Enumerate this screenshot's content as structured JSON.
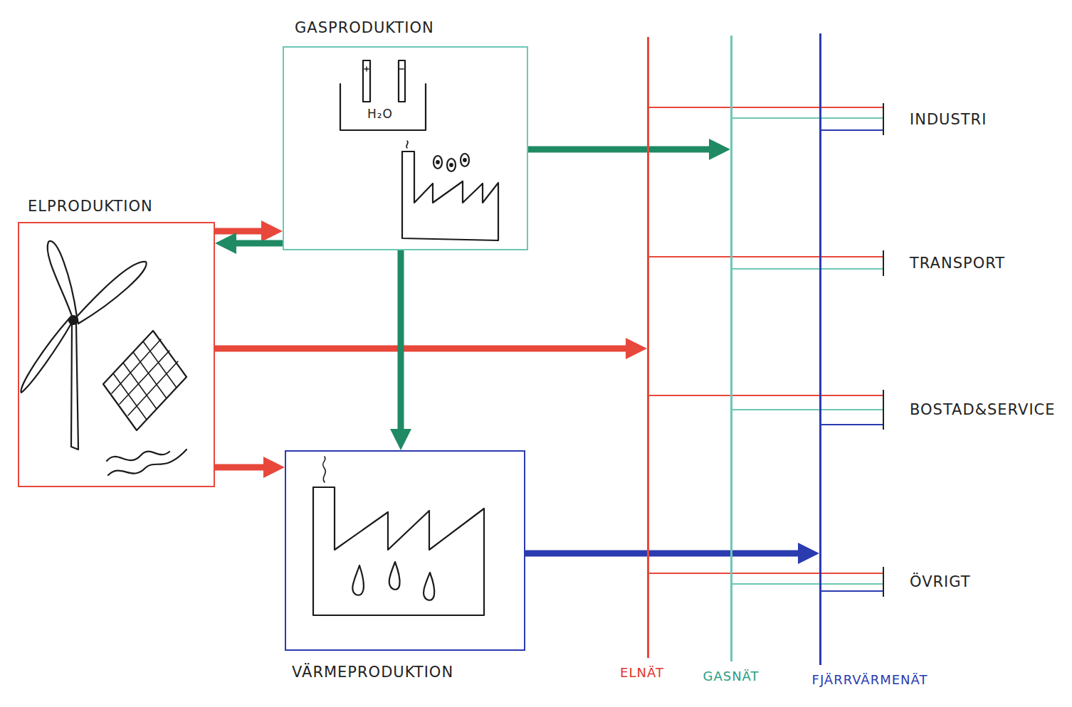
{
  "diagram": {
    "nodes": [
      {
        "text": [
          "GASPRODUKTION"
        ]
      },
      {
        "text": [
          "ELPRODUKTION"
        ]
      },
      {
        "text": [
          "VÄRMEPRODUKTION"
        ]
      },
      {
        "text": [
          "ELNÄT"
        ]
      },
      {
        "text": [
          "GASNÄT"
        ]
      },
      {
        "text": [
          "FJÄRRVÄRMENÄT"
        ]
      },
      {
        "text": [
          "INDUSTRI"
        ]
      },
      {
        "text": [
          "TRANSPORT"
        ]
      },
      {
        "text": [
          "BOSTAD&SERVICE"
        ]
      },
      {
        "text": [
          "ÖVRIGT"
        ]
      }
    ],
    "edges": [
      {
        "from": 1,
        "to": 0,
        "arrow": "to"
      },
      {
        "from": 0,
        "to": 1,
        "arrow": "to"
      },
      {
        "from": 1,
        "to": 3,
        "arrow": "to"
      },
      {
        "from": 1,
        "to": 2,
        "arrow": "to"
      },
      {
        "from": 0,
        "to": 2,
        "arrow": "to"
      },
      {
        "from": 0,
        "to": 4,
        "arrow": "to"
      },
      {
        "from": 2,
        "to": 5,
        "arrow": "to"
      },
      {
        "from": 3,
        "to": 6,
        "arrow": "none"
      },
      {
        "from": 4,
        "to": 6,
        "arrow": "none"
      },
      {
        "from": 5,
        "to": 6,
        "arrow": "none"
      },
      {
        "from": 3,
        "to": 7,
        "arrow": "none"
      },
      {
        "from": 4,
        "to": 7,
        "arrow": "none"
      },
      {
        "from": 3,
        "to": 8,
        "arrow": "none"
      },
      {
        "from": 4,
        "to": 8,
        "arrow": "none"
      },
      {
        "from": 5,
        "to": 8,
        "arrow": "none"
      },
      {
        "from": 3,
        "to": 9,
        "arrow": "none"
      },
      {
        "from": 4,
        "to": 9,
        "arrow": "none"
      },
      {
        "from": 5,
        "to": 9,
        "arrow": "none"
      }
    ],
    "labels": [
      "H₂O"
    ]
  }
}
